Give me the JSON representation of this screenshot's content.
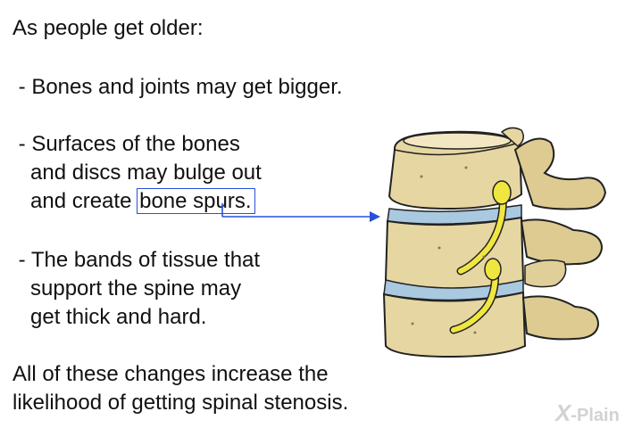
{
  "content": {
    "intro": "As people get older:",
    "bullet1": " - Bones and joints may get bigger.",
    "bullet2": {
      "line1": " - Surfaces of the bones",
      "line2": "   and discs may bulge out",
      "line3_prefix": "   and create ",
      "highlight": "bone spurs."
    },
    "bullet3": {
      "line1": " - The bands of tissue that",
      "line2": "   support the spine may",
      "line3": "   get thick and hard."
    },
    "conclusion": {
      "line1": "All of these changes increase the",
      "line2": "likelihood of getting spinal stenosis."
    }
  },
  "logo": {
    "mark": "X",
    "text": "-Plain"
  },
  "colors": {
    "highlight_box": "#2950d8",
    "arrow": "#2950d8",
    "bone": "#e8d9a8",
    "disc": "#a8c8e0",
    "nerve": "#f0e640"
  }
}
